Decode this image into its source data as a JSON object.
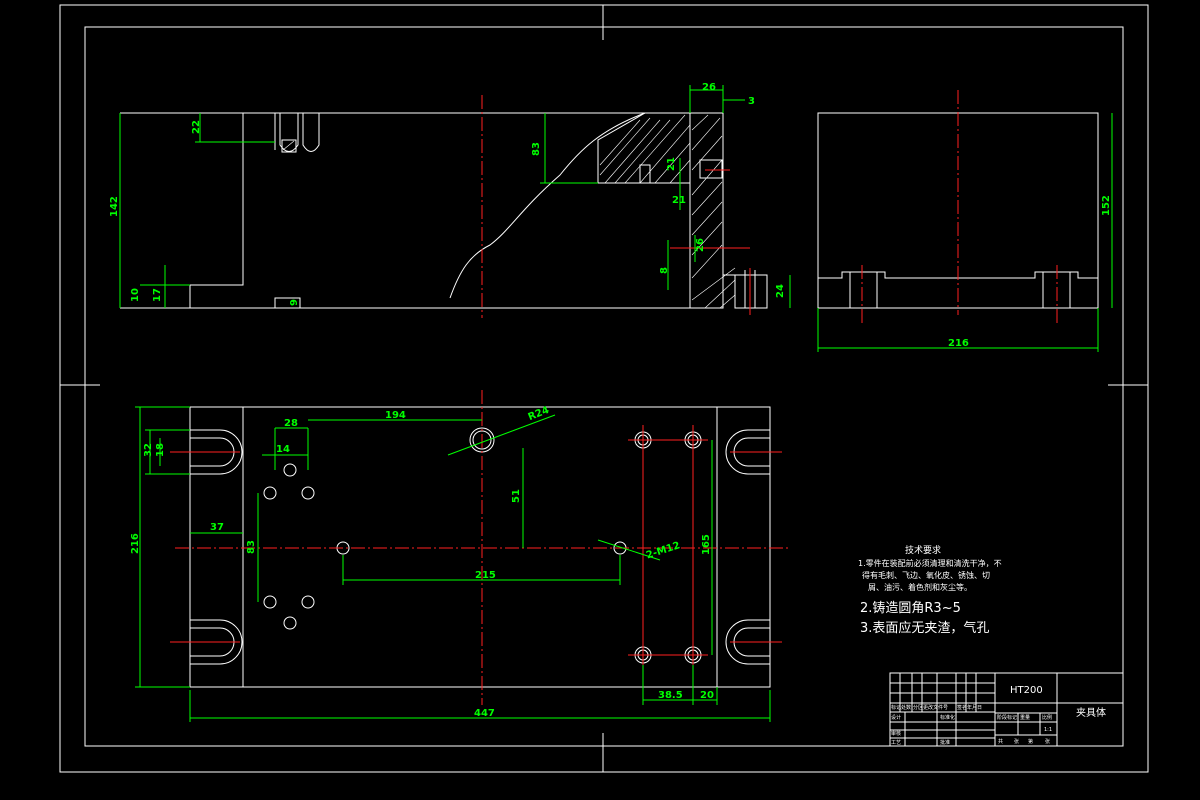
{
  "front_view": {
    "dims": {
      "d26": "26",
      "d3": "3",
      "d22": "22",
      "d83": "83",
      "d142": "142",
      "d21a": "21",
      "d21b": "21",
      "d26b": "26",
      "d8": "8",
      "d24": "24",
      "d10": "10",
      "d17": "17",
      "d9": "9"
    }
  },
  "side_view": {
    "dims": {
      "d152": "152",
      "d216": "216"
    }
  },
  "top_view": {
    "dims": {
      "d28": "28",
      "d194": "194",
      "dR24": "R24",
      "d14": "14",
      "d32": "32",
      "d18": "18",
      "d216": "216",
      "d37": "37",
      "d83": "83",
      "d51": "51",
      "d215": "215",
      "d2M12": "2-M12",
      "d165": "165",
      "d38_5": "38.5",
      "d20": "20",
      "d447": "447"
    }
  },
  "notes": {
    "heading": "技术要求",
    "line1": "1.零件在装配前必须清理和清洗干净，不",
    "line2": "得有毛刺、飞边、氧化皮、锈蚀、切",
    "line3": "屑、油污、着色剂和灰尘等。",
    "line4": "2.铸造圆角R3~5",
    "line5": "3.表面应无夹渣，气孔"
  },
  "title_block": {
    "material": "HT200",
    "part_name": "夹具体",
    "labels": {
      "biaoji": "标记",
      "chushu": "处数",
      "fenqu": "分区",
      "wenjian": "更改文件号",
      "qianming": "签名",
      "riqi": "年月日",
      "sheji": "设计",
      "biaozhunhua": "标准化",
      "jieduan": "阶段标记",
      "zhongliang": "重量",
      "bili": "比例",
      "scale": "1:1",
      "shenhe": "审核",
      "gongyi": "工艺",
      "pizhun": "批准",
      "gong": "共",
      "zhang": "张",
      "di": "第"
    }
  }
}
